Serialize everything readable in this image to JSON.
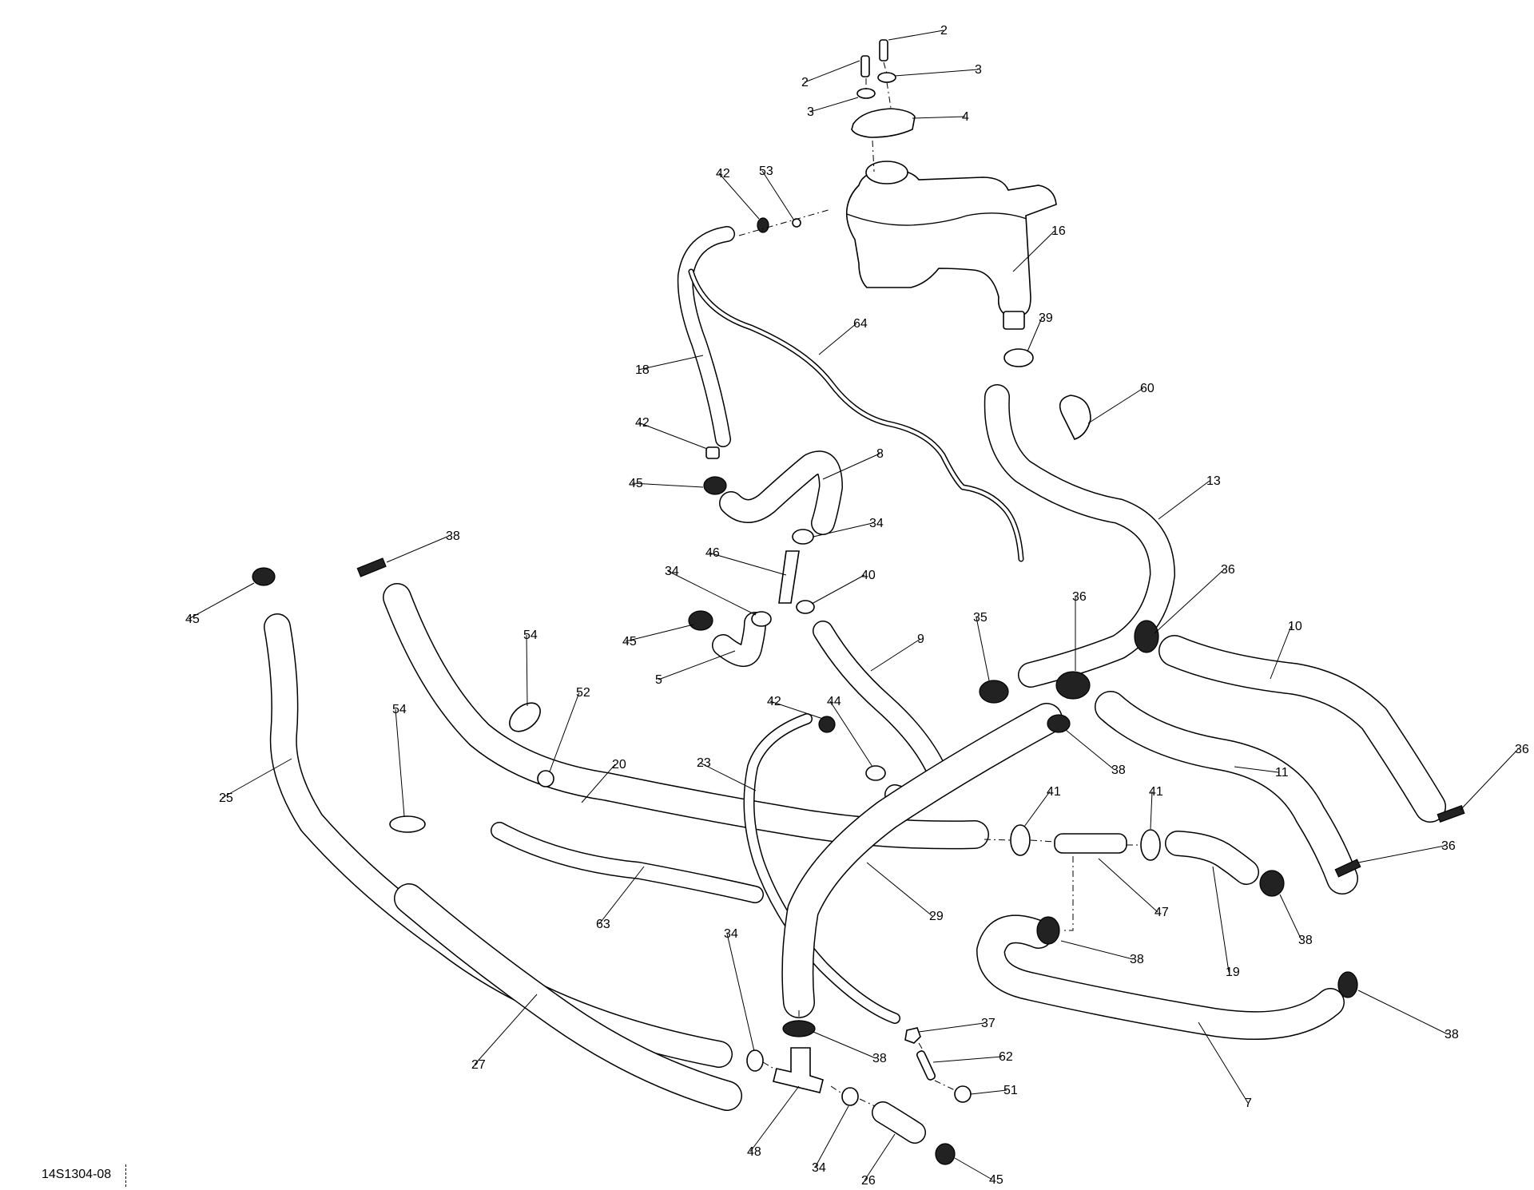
{
  "diagram": {
    "title": "Cooling system hoses and expansion tank exploded view",
    "figure_reference": "14S1304-08",
    "line_color": "#000000",
    "background_color": "#ffffff",
    "callouts": [
      {
        "id": "c2a",
        "label": "2"
      },
      {
        "id": "c2b",
        "label": "2"
      },
      {
        "id": "c3a",
        "label": "3"
      },
      {
        "id": "c3b",
        "label": "3"
      },
      {
        "id": "c4",
        "label": "4"
      },
      {
        "id": "c42a",
        "label": "42"
      },
      {
        "id": "c53",
        "label": "53"
      },
      {
        "id": "c16",
        "label": "16"
      },
      {
        "id": "c39",
        "label": "39"
      },
      {
        "id": "c64",
        "label": "64"
      },
      {
        "id": "c18",
        "label": "18"
      },
      {
        "id": "c60",
        "label": "60"
      },
      {
        "id": "c42b",
        "label": "42"
      },
      {
        "id": "c8",
        "label": "8"
      },
      {
        "id": "c45a",
        "label": "45"
      },
      {
        "id": "c13",
        "label": "13"
      },
      {
        "id": "c34a",
        "label": "34"
      },
      {
        "id": "c38a",
        "label": "38"
      },
      {
        "id": "c46",
        "label": "46"
      },
      {
        "id": "c40",
        "label": "40"
      },
      {
        "id": "c34b",
        "label": "34"
      },
      {
        "id": "c36a",
        "label": "36"
      },
      {
        "id": "c45b",
        "label": "45"
      },
      {
        "id": "c45c",
        "label": "45"
      },
      {
        "id": "c36b",
        "label": "36"
      },
      {
        "id": "c35",
        "label": "35"
      },
      {
        "id": "c10",
        "label": "10"
      },
      {
        "id": "c54a",
        "label": "54"
      },
      {
        "id": "c9",
        "label": "9"
      },
      {
        "id": "c52",
        "label": "52"
      },
      {
        "id": "c5",
        "label": "5"
      },
      {
        "id": "c54b",
        "label": "54"
      },
      {
        "id": "c42c",
        "label": "42"
      },
      {
        "id": "c44",
        "label": "44"
      },
      {
        "id": "c38b",
        "label": "38"
      },
      {
        "id": "c36c",
        "label": "36"
      },
      {
        "id": "c25",
        "label": "25"
      },
      {
        "id": "c20",
        "label": "20"
      },
      {
        "id": "c23",
        "label": "23"
      },
      {
        "id": "c11",
        "label": "11"
      },
      {
        "id": "c41a",
        "label": "41"
      },
      {
        "id": "c41b",
        "label": "41"
      },
      {
        "id": "c36d",
        "label": "36"
      },
      {
        "id": "c63",
        "label": "63"
      },
      {
        "id": "c29",
        "label": "29"
      },
      {
        "id": "c47",
        "label": "47"
      },
      {
        "id": "c38c",
        "label": "38"
      },
      {
        "id": "c38d",
        "label": "38"
      },
      {
        "id": "c19",
        "label": "19"
      },
      {
        "id": "c34c",
        "label": "34"
      },
      {
        "id": "c37",
        "label": "37"
      },
      {
        "id": "c38e",
        "label": "38"
      },
      {
        "id": "c38f",
        "label": "38"
      },
      {
        "id": "c27",
        "label": "27"
      },
      {
        "id": "c62",
        "label": "62"
      },
      {
        "id": "c51",
        "label": "51"
      },
      {
        "id": "c7",
        "label": "7"
      },
      {
        "id": "c48",
        "label": "48"
      },
      {
        "id": "c34d",
        "label": "34"
      },
      {
        "id": "c26",
        "label": "26"
      },
      {
        "id": "c45d",
        "label": "45"
      }
    ]
  }
}
